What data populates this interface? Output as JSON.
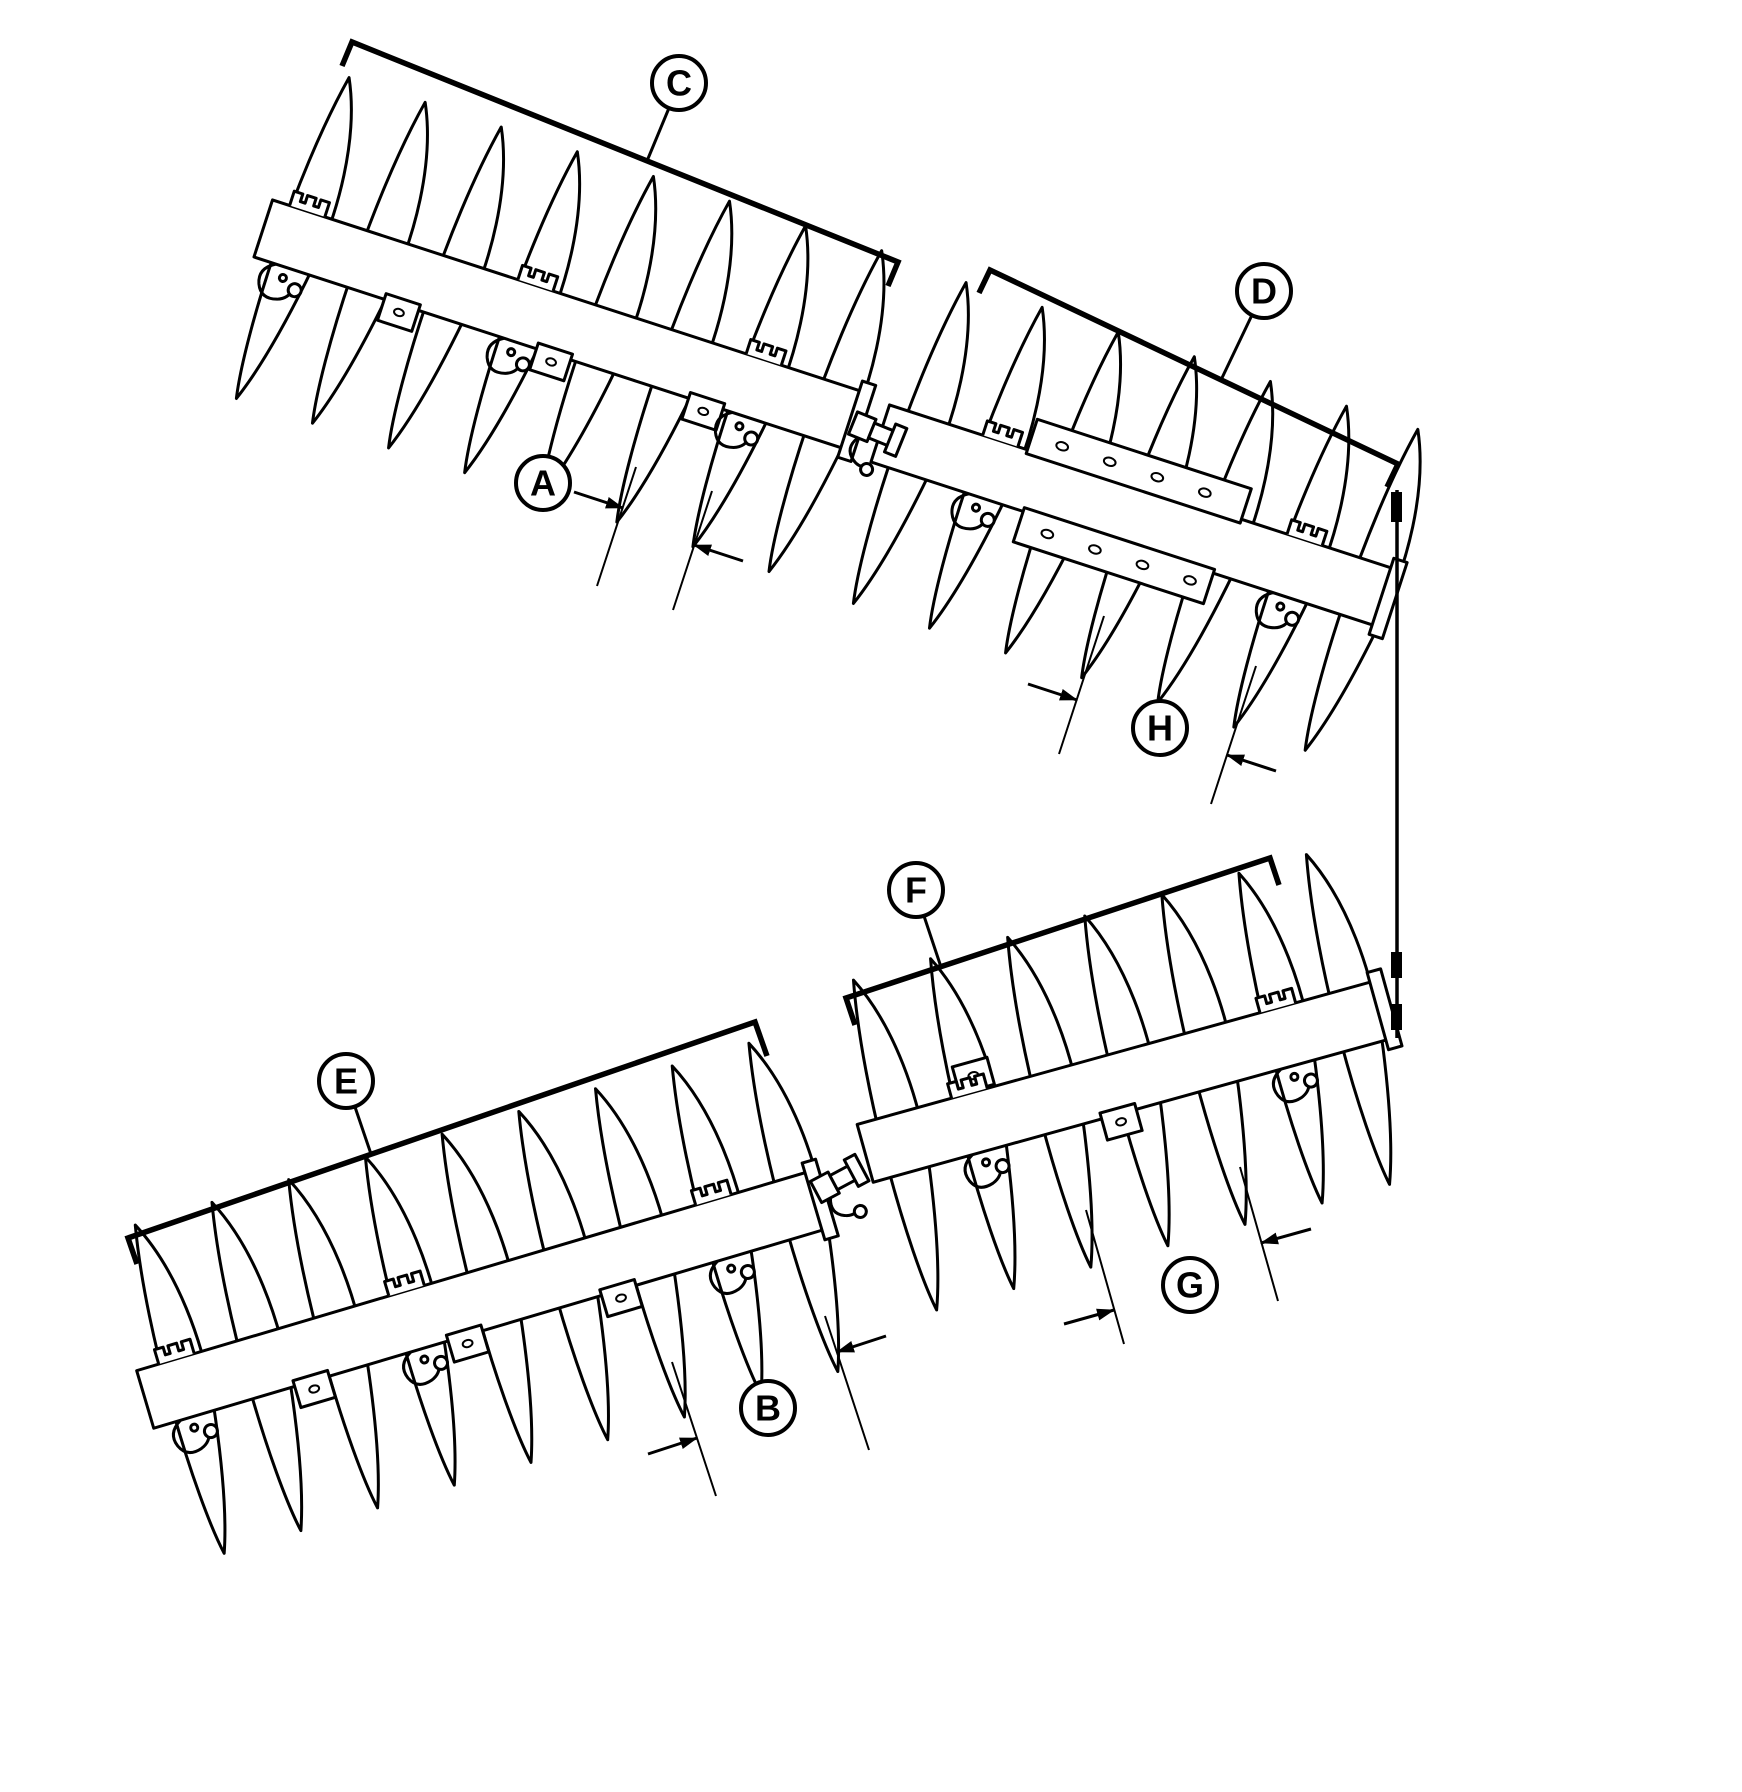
{
  "figure": {
    "type": "disc-gang-assembly-diagram",
    "callouts": {
      "a": "A",
      "b": "B",
      "c": "C",
      "d": "D",
      "e": "E",
      "f": "F",
      "g": "G",
      "h": "H"
    }
  },
  "colors": {
    "line": "#000000",
    "background": "#ffffff"
  }
}
